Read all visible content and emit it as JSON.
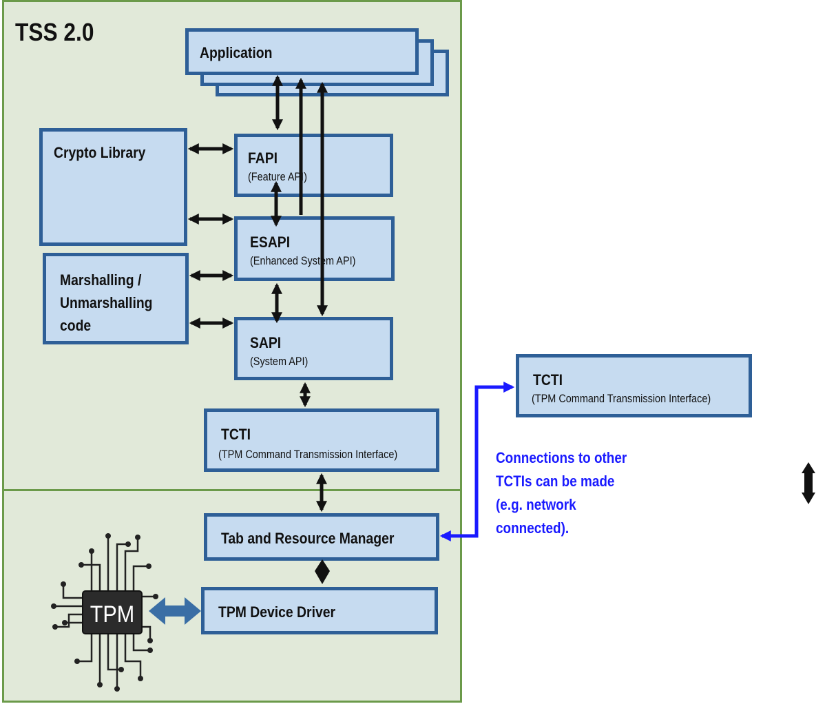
{
  "tss": {
    "title": "TSS 2.0"
  },
  "application": {
    "title": "Application"
  },
  "fapi": {
    "title": "FAPI",
    "subtitle": "(Feature API)"
  },
  "esapi": {
    "title": "ESAPI",
    "subtitle": "(Enhanced System API)"
  },
  "sapi": {
    "title": "SAPI",
    "subtitle": "(System API)"
  },
  "crypto": {
    "title": "Crypto Library"
  },
  "marshalling": {
    "lines": [
      "Marshalling  /",
      "Unmarshalling",
      "code"
    ]
  },
  "tcti_local": {
    "title": "TCTI",
    "subtitle": "(TPM Command Transmission Interface)"
  },
  "tcti_remote": {
    "title": "TCTI",
    "subtitle": "(TPM Command Transmission Interface)"
  },
  "tab_rm": {
    "title": "Tab and Resource  Manager"
  },
  "device_driver": {
    "title": "TPM  Device  Driver"
  },
  "tpm_chip": {
    "label": "TPM"
  },
  "note": {
    "lines": [
      "Connections  to other",
      "TCTIs  can  be made",
      "(e.g. network",
      "connected)."
    ]
  },
  "colors": {
    "box_fill": "#c6dbf0",
    "box_border": "#2e5f97",
    "panel_fill": "#e1e9d9",
    "panel_border": "#6b9a4a",
    "note_text": "#1a1aff",
    "remote_link": "#1a1aff"
  }
}
